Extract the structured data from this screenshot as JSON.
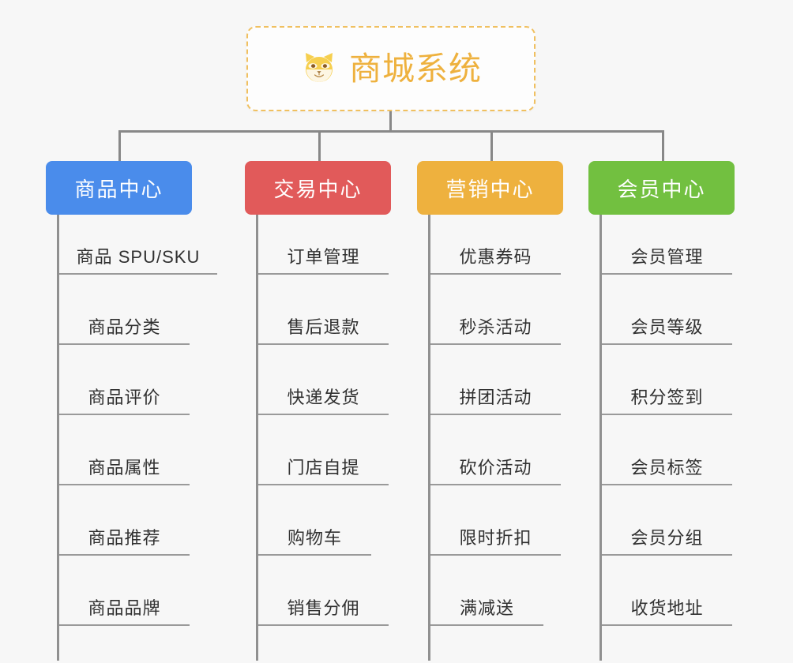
{
  "diagram": {
    "type": "mind-map",
    "background": "#f7f7f7",
    "root": {
      "title": "商城系统",
      "icon": "shiba-dog-face-icon",
      "text_color": "#eeb13e",
      "border_color": "#f0c060",
      "background": "#fdfdfd"
    },
    "branches": [
      {
        "label": "商品中心",
        "color": "#4a8ceb",
        "items": [
          "商品 SPU/SKU",
          "商品分类",
          "商品评价",
          "商品属性",
          "商品推荐",
          "商品品牌"
        ]
      },
      {
        "label": "交易中心",
        "color": "#e15a5a",
        "items": [
          "订单管理",
          "售后退款",
          "快递发货",
          "门店自提",
          "购物车",
          "销售分佣"
        ]
      },
      {
        "label": "营销中心",
        "color": "#eeb13e",
        "items": [
          "优惠券码",
          "秒杀活动",
          "拼团活动",
          "砍价活动",
          "限时折扣",
          "满减送"
        ]
      },
      {
        "label": "会员中心",
        "color": "#72c040",
        "items": [
          "会员管理",
          "会员等级",
          "积分签到",
          "会员标签",
          "会员分组",
          "收货地址"
        ]
      }
    ]
  }
}
